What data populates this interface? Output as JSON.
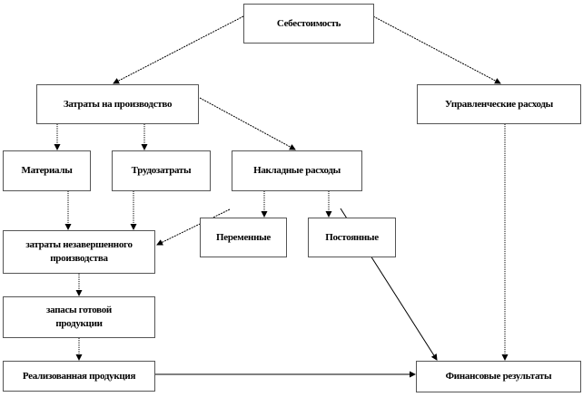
{
  "nodes": {
    "cost": "Себестоимость",
    "production_costs": "Затраты на производство",
    "admin_costs": "Управленческие  расходы",
    "materials": "Материалы",
    "labor": "Трудозатраты",
    "overhead": "Накладные  расходы",
    "variable": "Переменные",
    "fixed": "Постоянные",
    "wip": "затраты незавершенного производства",
    "finished_goods": "запасы готовой продукции",
    "sold_goods": "Реализованная продукция",
    "financial_results": "Финансовые  результаты"
  }
}
